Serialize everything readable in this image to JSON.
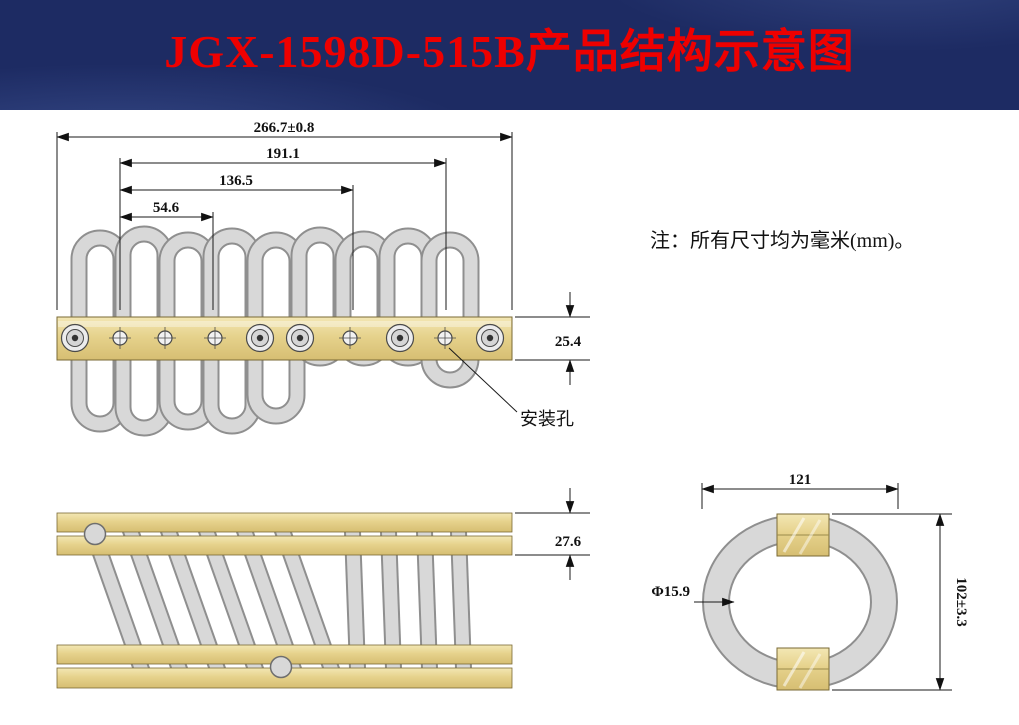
{
  "header": {
    "title": "JGX-1598D-515B产品结构示意图",
    "bg_color": "#1d2b63",
    "title_color": "#ee0000"
  },
  "note": {
    "text": "注：所有尺寸均为毫米(mm)。"
  },
  "front_view": {
    "dim_overall": "266.7±0.8",
    "dim_191": "191.1",
    "dim_136": "136.5",
    "dim_54": "54.6",
    "dim_bar_height": "25.4",
    "mounting_hole_label": "安装孔"
  },
  "top_view": {
    "dim_bar_width": "27.6"
  },
  "side_view": {
    "dim_width": "121",
    "dim_height": "102±3.3",
    "dim_wire_dia": "Φ15.9"
  },
  "colors": {
    "bar_gold": "#e6d28c",
    "coil_gray": "#d8d8d8",
    "coil_outline": "#8f8f8f",
    "line": "#1a1a1a"
  }
}
